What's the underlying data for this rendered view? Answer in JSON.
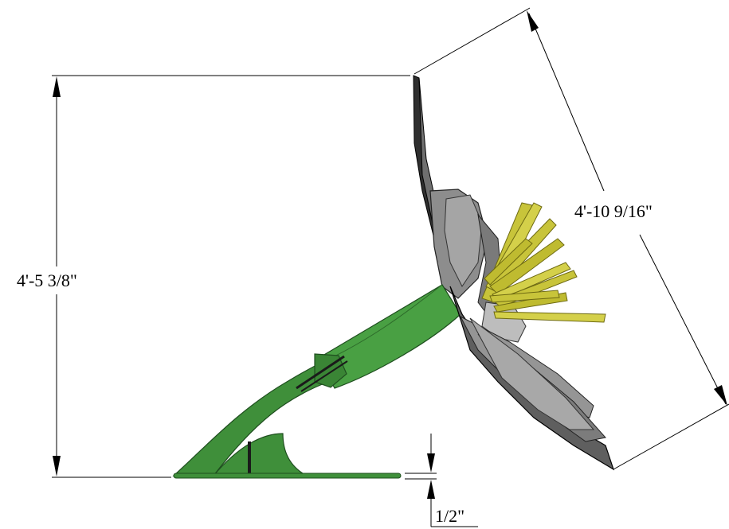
{
  "dimensions": {
    "height_label": "4'-5 3/8\"",
    "diagonal_label": "4'-10 9/16\"",
    "thickness_label": "1/2\""
  },
  "colors": {
    "stem": "#3f8f3a",
    "stem_dark": "#1f4f1f",
    "petal": "#8a8a8a",
    "petal_dark": "#3a3a3a",
    "stamen": "#c8c43a",
    "stamen_dark": "#6e6a12",
    "line": "#000000"
  }
}
